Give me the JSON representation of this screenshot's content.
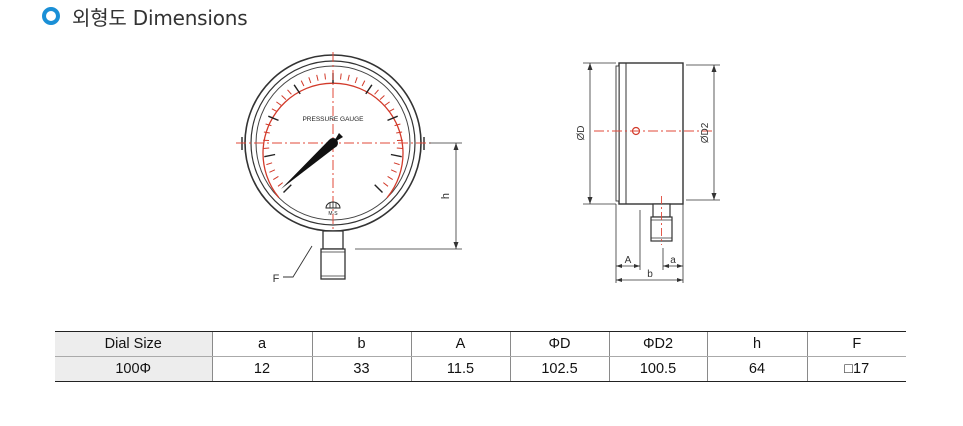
{
  "header": {
    "title": "외형도 Dimensions"
  },
  "drawing": {
    "gauge_face_text": "PRESSURE GAUGE",
    "logo_text": "M·S",
    "label_F": "F",
    "label_h": "h",
    "label_D": "ØD",
    "label_D2": "ØD2",
    "label_A": "A",
    "label_a": "a",
    "label_b": "b"
  },
  "table": {
    "headers": [
      "Dial  Size",
      "a",
      "b",
      "A",
      "ΦD",
      "ΦD2",
      "h",
      "F"
    ],
    "rows": [
      [
        "100Φ",
        "12",
        "33",
        "11.5",
        "102.5",
        "100.5",
        "64",
        "□17"
      ]
    ]
  }
}
